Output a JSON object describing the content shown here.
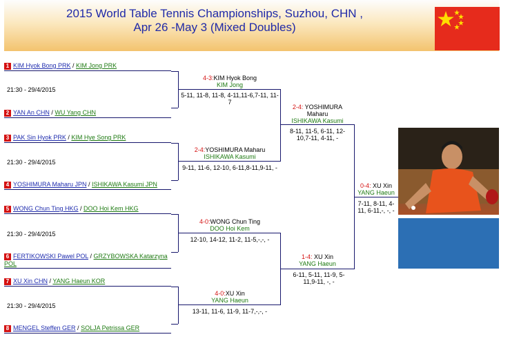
{
  "title": {
    "line1": "2015 World Table Tennis Championships, Suzhou, CHN ,",
    "line2": "Apr 26 -May 3 (Mixed Doubles)"
  },
  "flag_colors": {
    "red": "#e62b1c",
    "yellow": "#ffde00"
  },
  "round1": [
    {
      "time": "21:30 - 29/4/2015",
      "top": {
        "seed": "1",
        "p1": "KIM Hyok Bong PRK",
        "p2": "KIM Jong PRK"
      },
      "bottom": {
        "seed": "2",
        "p1": "YAN An CHN",
        "p2": "WU Yang CHN"
      }
    },
    {
      "time": "21:30 - 29/4/2015",
      "top": {
        "seed": "3",
        "p1": "PAK Sin Hyok PRK",
        "p2": "KIM Hye Song PRK"
      },
      "bottom": {
        "seed": "4",
        "p1": "YOSHIMURA Maharu JPN",
        "p2": "ISHIKAWA Kasumi JPN"
      }
    },
    {
      "time": "21:30 - 29/4/2015",
      "top": {
        "seed": "5",
        "p1": "WONG Chun Ting HKG",
        "p2": "DOO Hoi Kem HKG"
      },
      "bottom": {
        "seed": "6",
        "p1": "FERTIKOWSKI Pawel POL",
        "p2": "GRZYBOWSKA Katarzyna POL"
      }
    },
    {
      "time": "21:30 - 29/4/2015",
      "top": {
        "seed": "7",
        "p1": "XU Xin CHN",
        "p2": "YANG Haeun KOR"
      },
      "bottom": {
        "seed": "8",
        "p1": "MENGEL Steffen GER",
        "p2": "SOLJA Petrissa GER"
      }
    }
  ],
  "round2": [
    {
      "score": "4-3:",
      "name1": "KIM Hyok Bong",
      "name2": "KIM Jong",
      "games": "5-11, 11-8, 11-8, 4-11,11-6,7-11, 11-7"
    },
    {
      "score": "2-4:",
      "name1": "YOSHIMURA Maharu",
      "name2": "ISHIKAWA Kasumi",
      "games": "9-11, 11-6, 12-10, 6-11,8-11,9-11, -"
    },
    {
      "score": "4-0:",
      "name1": "WONG Chun Ting",
      "name2": "DOO Hoi Kem",
      "games": "12-10, 14-12, 11-2, 11-5,-,-, -"
    },
    {
      "score": "4-0:",
      "name1": "XU Xin",
      "name2": "YANG Haeun",
      "games": "13-11, 11-6, 11-9, 11-7,-,-, -"
    }
  ],
  "round3": [
    {
      "score": "2-4:",
      "name1": "YOSHIMURA Maharu",
      "name2": "ISHIKAWA Kasumi",
      "games": "8-11, 11-5, 6-11, 12-10,7-11, 4-11, -"
    },
    {
      "score": "1-4:",
      "name1": "XU Xin",
      "name2": "YANG Haeun",
      "games": "6-11, 5-11, 11-9, 5-11,9-11, -, -"
    }
  ],
  "final": {
    "score": "0-4:",
    "name1": "XU Xin",
    "name2": "YANG Haeun",
    "games": "7-11, 8-11, 4-11, 6-11,-, -, -"
  }
}
